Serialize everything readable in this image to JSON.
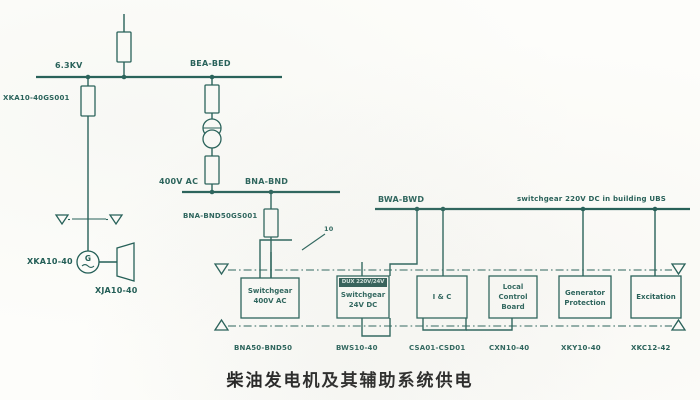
{
  "figure": {
    "title": "柴油发电机及其辅助系统供电",
    "line_color": "#1d5a52",
    "background_color": "#fdfdfa",
    "highlight_color": "#21534c"
  },
  "buses": [
    {
      "id": "bus-6kv",
      "voltage_label": "6.3KV",
      "section_label": "BEA-BED"
    },
    {
      "id": "bus-400v",
      "voltage_label": "400V AC",
      "section_label": "BNA-BND"
    },
    {
      "id": "bus-220dc",
      "voltage_label": "BWA-BWD",
      "section_label": "switchgear  220V  DC  in  building  UBS"
    }
  ],
  "devices": {
    "incomer_breaker_label": "XKA10-40GS001",
    "generator_label": "XKA10-40",
    "diesel_engine_label": "XJA10-40",
    "transformer_lv_breaker_label": "BNA-BND50GS001",
    "callout_number": "10"
  },
  "loads": [
    {
      "name": "switchgear-400v-ac",
      "header": "",
      "text": "Switchgear\n400V  AC",
      "tag": "BNA50-BND50"
    },
    {
      "name": "switchgear-24v-dc",
      "header": "DUX 220V/24V",
      "text": "Switchgear\n24V  DC",
      "tag": "BWS10-40"
    },
    {
      "name": "i-and-c",
      "header": "",
      "text": "I  &  C",
      "tag": "CSA01-CSD01"
    },
    {
      "name": "local-control-board",
      "header": "",
      "text": "Local\nControl\nBoard",
      "tag": "CXN10-40"
    },
    {
      "name": "generator-protection",
      "header": "",
      "text": "Generator\nProtection",
      "tag": "XKY10-40"
    },
    {
      "name": "excitation",
      "header": "",
      "text": "Excitation",
      "tag": "XKC12-42"
    }
  ]
}
